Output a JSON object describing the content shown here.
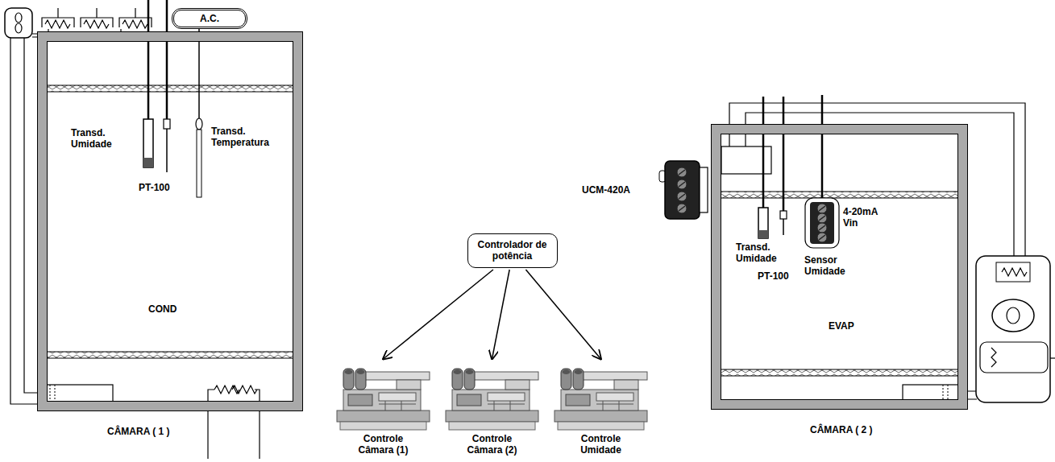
{
  "diagram": {
    "nodes": [
      {
        "text": [
          "COND",
          "CÂMARA ( 1 )"
        ]
      },
      {
        "text": [
          "A.C."
        ]
      },
      {
        "text": [
          "Controlador de potência"
        ]
      },
      {
        "text": [
          "Controle Câmara (1)"
        ]
      },
      {
        "text": [
          "Controle Câmara (2)"
        ]
      },
      {
        "text": [
          "Controle Umidade"
        ]
      },
      {
        "text": [
          "EVAP",
          "CÂMARA ( 2 )"
        ]
      }
    ],
    "edges": [
      {
        "from": 2,
        "to": 3,
        "arrow": "to"
      },
      {
        "from": 2,
        "to": 4,
        "arrow": "to"
      },
      {
        "from": 2,
        "to": 5,
        "arrow": "to"
      }
    ],
    "labels": [
      "Transd. Umidade",
      "PT-100",
      "Transd. Temperatura",
      "UCM-420A",
      "Transd. Umidade",
      "PT-100",
      "Sensor Umidade",
      "4-20mA Vin"
    ]
  }
}
